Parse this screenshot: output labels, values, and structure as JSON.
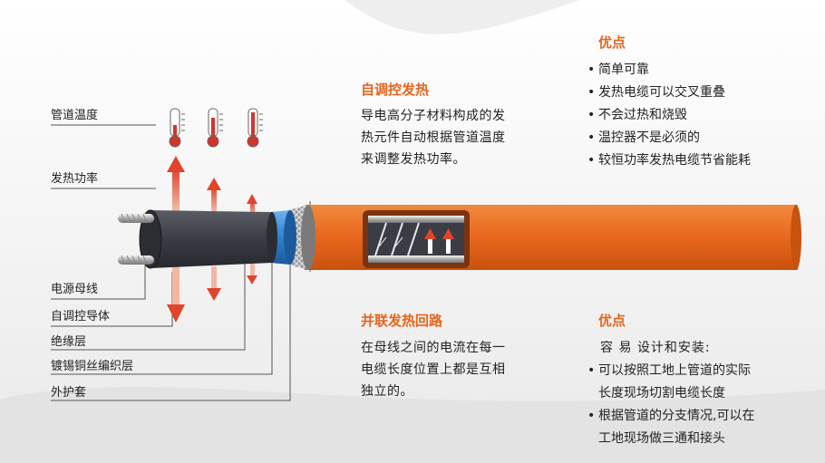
{
  "layer_labels": [
    "管道温度",
    "发热功率",
    "电源母线",
    "自调控导体",
    "绝缘层",
    "镀锡铜丝编织层",
    "外护套"
  ],
  "self_regulating": {
    "title": "自调控发热",
    "desc_lines": [
      "导电高分子材料构成的发",
      "热元件自动根据管道温度",
      "来调整发热功率。"
    ]
  },
  "advantages_top": {
    "title": "优点",
    "items": [
      "简单可靠",
      "发热电缆可以交叉重叠",
      "不会过热和烧毁",
      "温控器不是必须的",
      "较恒功率发热电缆节省能耗"
    ]
  },
  "parallel_circuit": {
    "title": "并联发热回路",
    "desc_lines": [
      "在母线之间的电流在每一",
      "电缆长度位置上都是互相",
      "独立的。"
    ]
  },
  "advantages_bottom": {
    "title": "优点",
    "intro": "容 易 设计和安装:",
    "items": [
      [
        "可以按照工地上管道的实际",
        "长度现场切割电缆长度"
      ],
      [
        "根据管道的分支情况,可以在",
        "工地现场做三通和接头"
      ]
    ]
  },
  "colors": {
    "accent": "#e8641c",
    "cable_orange": "#ea6a1f",
    "jacket_dark": "#3a3d44",
    "insulation_blue": "#2e7fd0",
    "arrow_red": "#e0442a"
  }
}
